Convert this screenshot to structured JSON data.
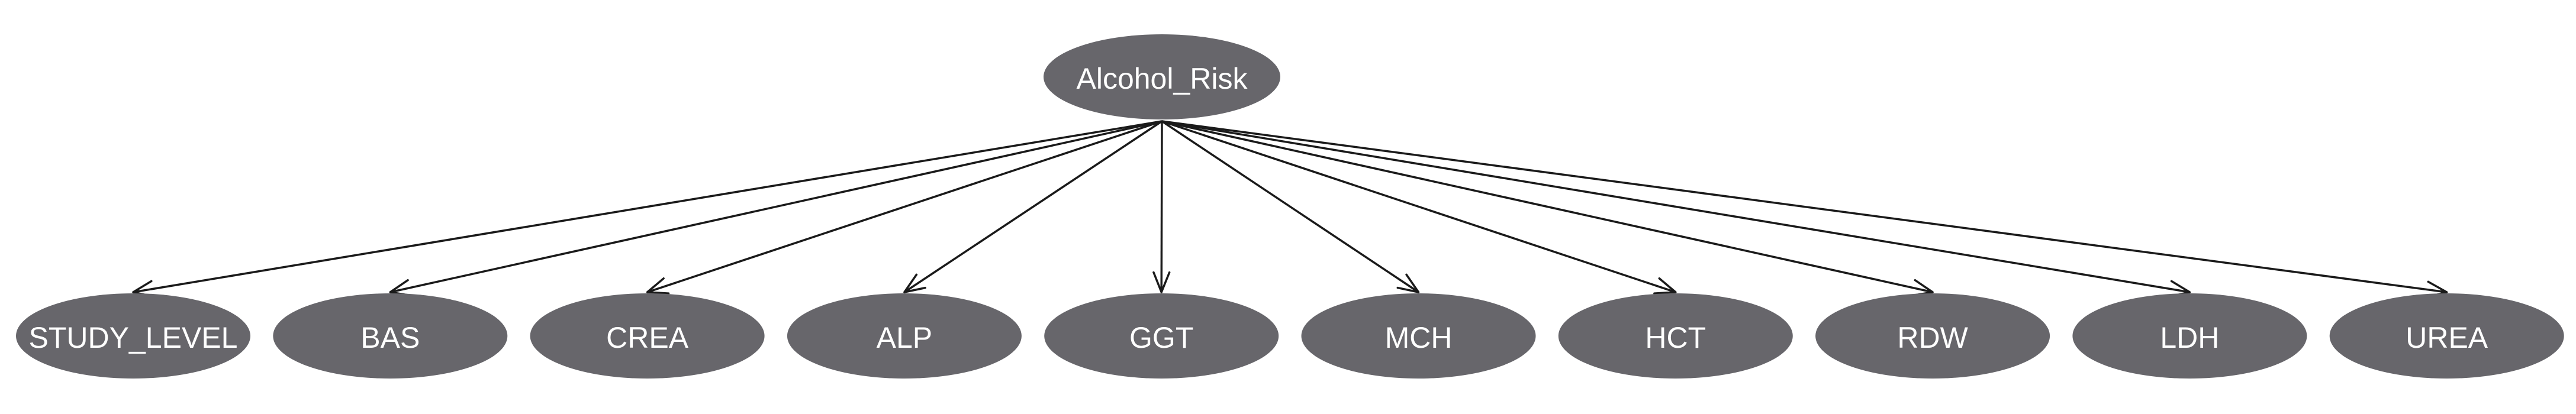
{
  "diagram": {
    "root": {
      "id": "alcohol_risk",
      "label": "Alcohol_Risk"
    },
    "children": [
      {
        "id": "study_level",
        "label": "STUDY_LEVEL"
      },
      {
        "id": "bas",
        "label": "BAS"
      },
      {
        "id": "crea",
        "label": "CREA"
      },
      {
        "id": "alp",
        "label": "ALP"
      },
      {
        "id": "ggt",
        "label": "GGT"
      },
      {
        "id": "mch",
        "label": "MCH"
      },
      {
        "id": "hct",
        "label": "HCT"
      },
      {
        "id": "rdw",
        "label": "RDW"
      },
      {
        "id": "ldh",
        "label": "LDH"
      },
      {
        "id": "urea",
        "label": "UREA"
      }
    ],
    "colors": {
      "node_fill": "#67666b",
      "node_text": "#ffffff",
      "edge": "#1a1a1a"
    }
  }
}
